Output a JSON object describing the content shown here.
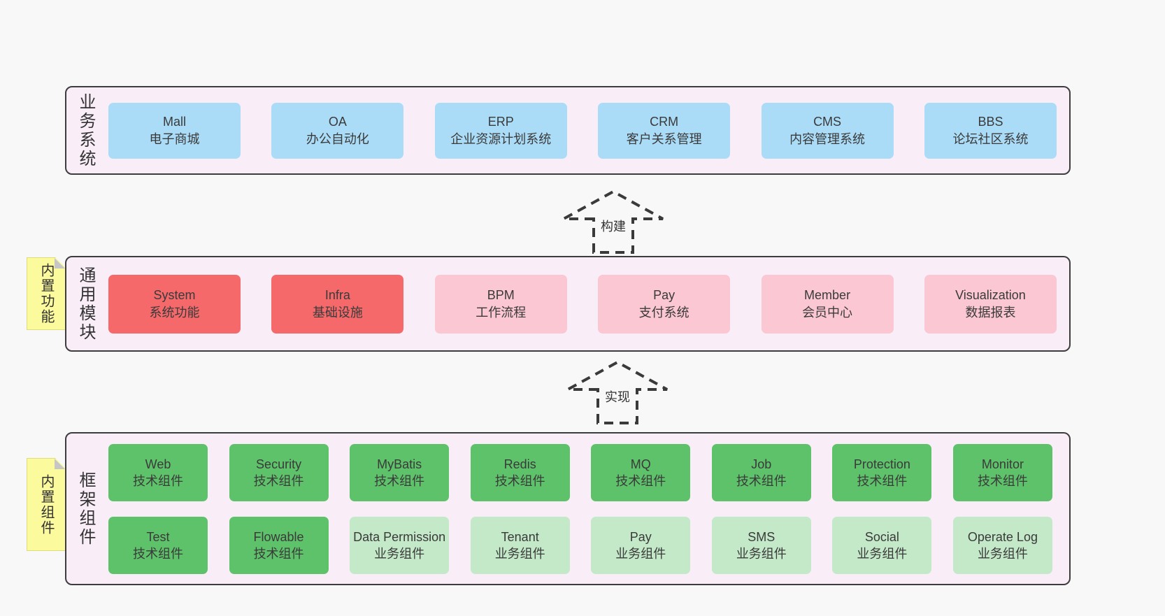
{
  "colors": {
    "page_bg": "#f8f8f8",
    "panel_bg": "#f9eef8",
    "panel_border": "#3d3d3d",
    "box_text": "#3a3a3a",
    "blue": "#abdcf7",
    "red": "#f5696b",
    "pink": "#fbc7d2",
    "green_dark": "#5ec26a",
    "green_light": "#c4e9c9",
    "yellow": "#fbfa9d",
    "arrow": "#3a3a3a"
  },
  "layers": [
    {
      "label": "业务系统",
      "boxes": [
        {
          "title": "Mall",
          "subtitle": "电子商城"
        },
        {
          "title": "OA",
          "subtitle": "办公自动化"
        },
        {
          "title": "ERP",
          "subtitle": "企业资源计划系统"
        },
        {
          "title": "CRM",
          "subtitle": "客户关系管理"
        },
        {
          "title": "CMS",
          "subtitle": "内容管理系统"
        },
        {
          "title": "BBS",
          "subtitle": "论坛社区系统"
        }
      ]
    },
    {
      "label": "通用模块",
      "note": "内置功能",
      "boxes": [
        {
          "title": "System",
          "subtitle": "系统功能"
        },
        {
          "title": "Infra",
          "subtitle": "基础设施"
        },
        {
          "title": "BPM",
          "subtitle": "工作流程"
        },
        {
          "title": "Pay",
          "subtitle": "支付系统"
        },
        {
          "title": "Member",
          "subtitle": "会员中心"
        },
        {
          "title": "Visualization",
          "subtitle": "数据报表"
        }
      ]
    },
    {
      "label": "框架组件",
      "note": "内置组件",
      "rows": [
        [
          {
            "title": "Web",
            "subtitle": "技术组件"
          },
          {
            "title": "Security",
            "subtitle": "技术组件"
          },
          {
            "title": "MyBatis",
            "subtitle": "技术组件"
          },
          {
            "title": "Redis",
            "subtitle": "技术组件"
          },
          {
            "title": "MQ",
            "subtitle": "技术组件"
          },
          {
            "title": "Job",
            "subtitle": "技术组件"
          },
          {
            "title": "Protection",
            "subtitle": "技术组件"
          },
          {
            "title": "Monitor",
            "subtitle": "技术组件"
          }
        ],
        [
          {
            "title": "Test",
            "subtitle": "技术组件"
          },
          {
            "title": "Flowable",
            "subtitle": "技术组件"
          },
          {
            "title": "Data Permission",
            "subtitle": "业务组件"
          },
          {
            "title": "Tenant",
            "subtitle": "业务组件"
          },
          {
            "title": "Pay",
            "subtitle": "业务组件"
          },
          {
            "title": "SMS",
            "subtitle": "业务组件"
          },
          {
            "title": "Social",
            "subtitle": "业务组件"
          },
          {
            "title": "Operate Log",
            "subtitle": "业务组件"
          }
        ]
      ]
    }
  ],
  "arrows": [
    {
      "label": "构建"
    },
    {
      "label": "实现"
    }
  ]
}
